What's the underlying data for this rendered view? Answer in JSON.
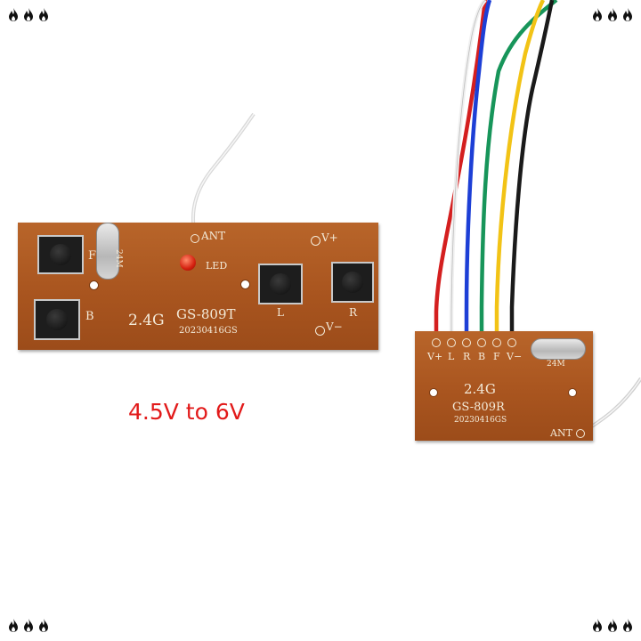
{
  "caption": "4.5V to 6V",
  "transmitter": {
    "freq": "2.4G",
    "model": "GS-809T",
    "date_code": "20230416GS",
    "labels": {
      "ant": "ANT",
      "led": "LED",
      "v_plus": "V+",
      "v_minus": "V−",
      "f": "F",
      "b": "B",
      "l": "L",
      "r": "R",
      "crystal": "24M"
    }
  },
  "receiver": {
    "freq": "2.4G",
    "model": "GS-809R",
    "date_code": "20230416GS",
    "pins": [
      "V+",
      "L",
      "R",
      "B",
      "F",
      "V−"
    ],
    "crystal": "24M",
    "ant": "ANT"
  },
  "colors": {
    "wire_red": "#d41f1f",
    "wire_white": "#f4f4f4",
    "wire_blue": "#1d3fd6",
    "wire_green": "#17955a",
    "wire_yellow": "#f2c316",
    "wire_black": "#1a1a1a",
    "caption": "#e21a1a"
  },
  "icons": {
    "corner": "flame-icon"
  }
}
